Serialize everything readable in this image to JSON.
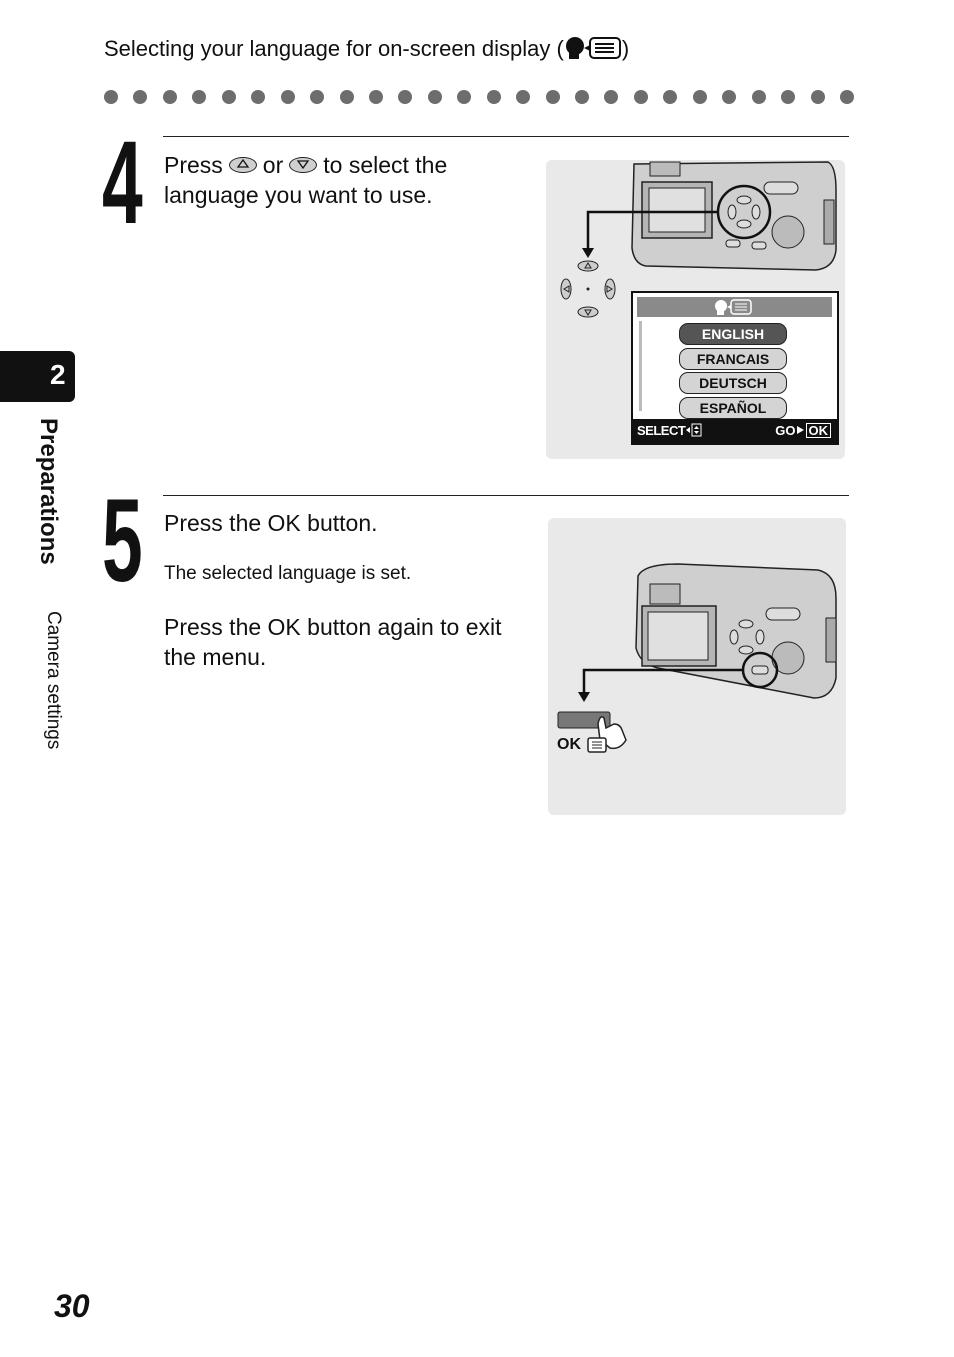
{
  "header": {
    "section_title_prefix": "Selecting your language for on-screen display (",
    "section_title_suffix": ")",
    "title_icon": "language-menu-icon"
  },
  "sidebar": {
    "chapter_number": "2",
    "chapter_title": "Preparations",
    "subtitle": "Camera settings"
  },
  "steps": [
    {
      "number": "4",
      "text_before": "Press",
      "text_mid": "or",
      "text_after": "to select the",
      "text_line2": "language you want to use.",
      "button_icons": [
        "up-arrow-button-icon",
        "down-arrow-button-icon"
      ]
    },
    {
      "number": "5",
      "instruction": "Press the OK button.",
      "note": "The selected language is set.",
      "instruction2_line1": "Press the OK button again to exit",
      "instruction2_line2": "the menu."
    }
  ],
  "lcd_menu": {
    "items": [
      "ENGLISH",
      "FRANCAIS",
      "DEUTSCH",
      "ESPAÑOL"
    ],
    "selected_index": 0,
    "footer_left": "SELECT",
    "footer_right": "GO",
    "footer_ok": "OK"
  },
  "figure2": {
    "ok_label": "OK"
  },
  "footer": {
    "page_number": "30"
  },
  "colors": {
    "figure_bg": "#e9e9ea",
    "dots": "#6d6d6d",
    "tab_bg": "#111111"
  }
}
